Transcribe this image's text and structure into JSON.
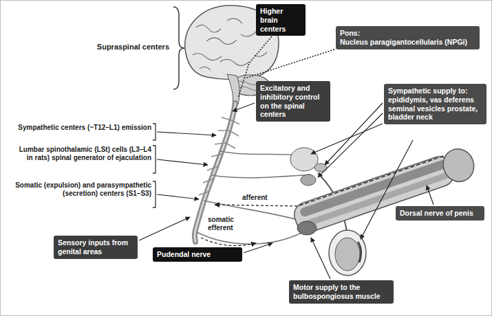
{
  "diagram": {
    "nodes": [
      {
        "text": [
          "Higher brain centers"
        ]
      },
      {
        "text": [
          "Pons:",
          "Nucleus paragigantocellularis (NPGi)"
        ]
      },
      {
        "text": [
          "Excitatory and inhibitory control on the spinal centers"
        ]
      },
      {
        "text": [
          "Sympathetic supply to:",
          "epididymis, vas deferens seminal vesicles prostate, bladder neck"
        ]
      },
      {
        "text": [
          "Sensory inputs from genital areas"
        ]
      },
      {
        "text": [
          "Pudendal nerve"
        ]
      },
      {
        "text": [
          "Dorsal nerve of penis"
        ]
      },
      {
        "text": [
          "Motor supply to the bulbospongiosus muscle"
        ]
      }
    ],
    "labels": [
      "Supraspinal centers",
      "Sympathetic centers (~T12–L1) emission",
      "Lumbar spinothalamic (LSt) cells (L3–L4 in rats) spinal generator of ejaculation",
      "Somatic (expulsion) and parasympathetic (secretion) centers (S1–S3)",
      "afferent",
      "somatic efferent"
    ]
  }
}
